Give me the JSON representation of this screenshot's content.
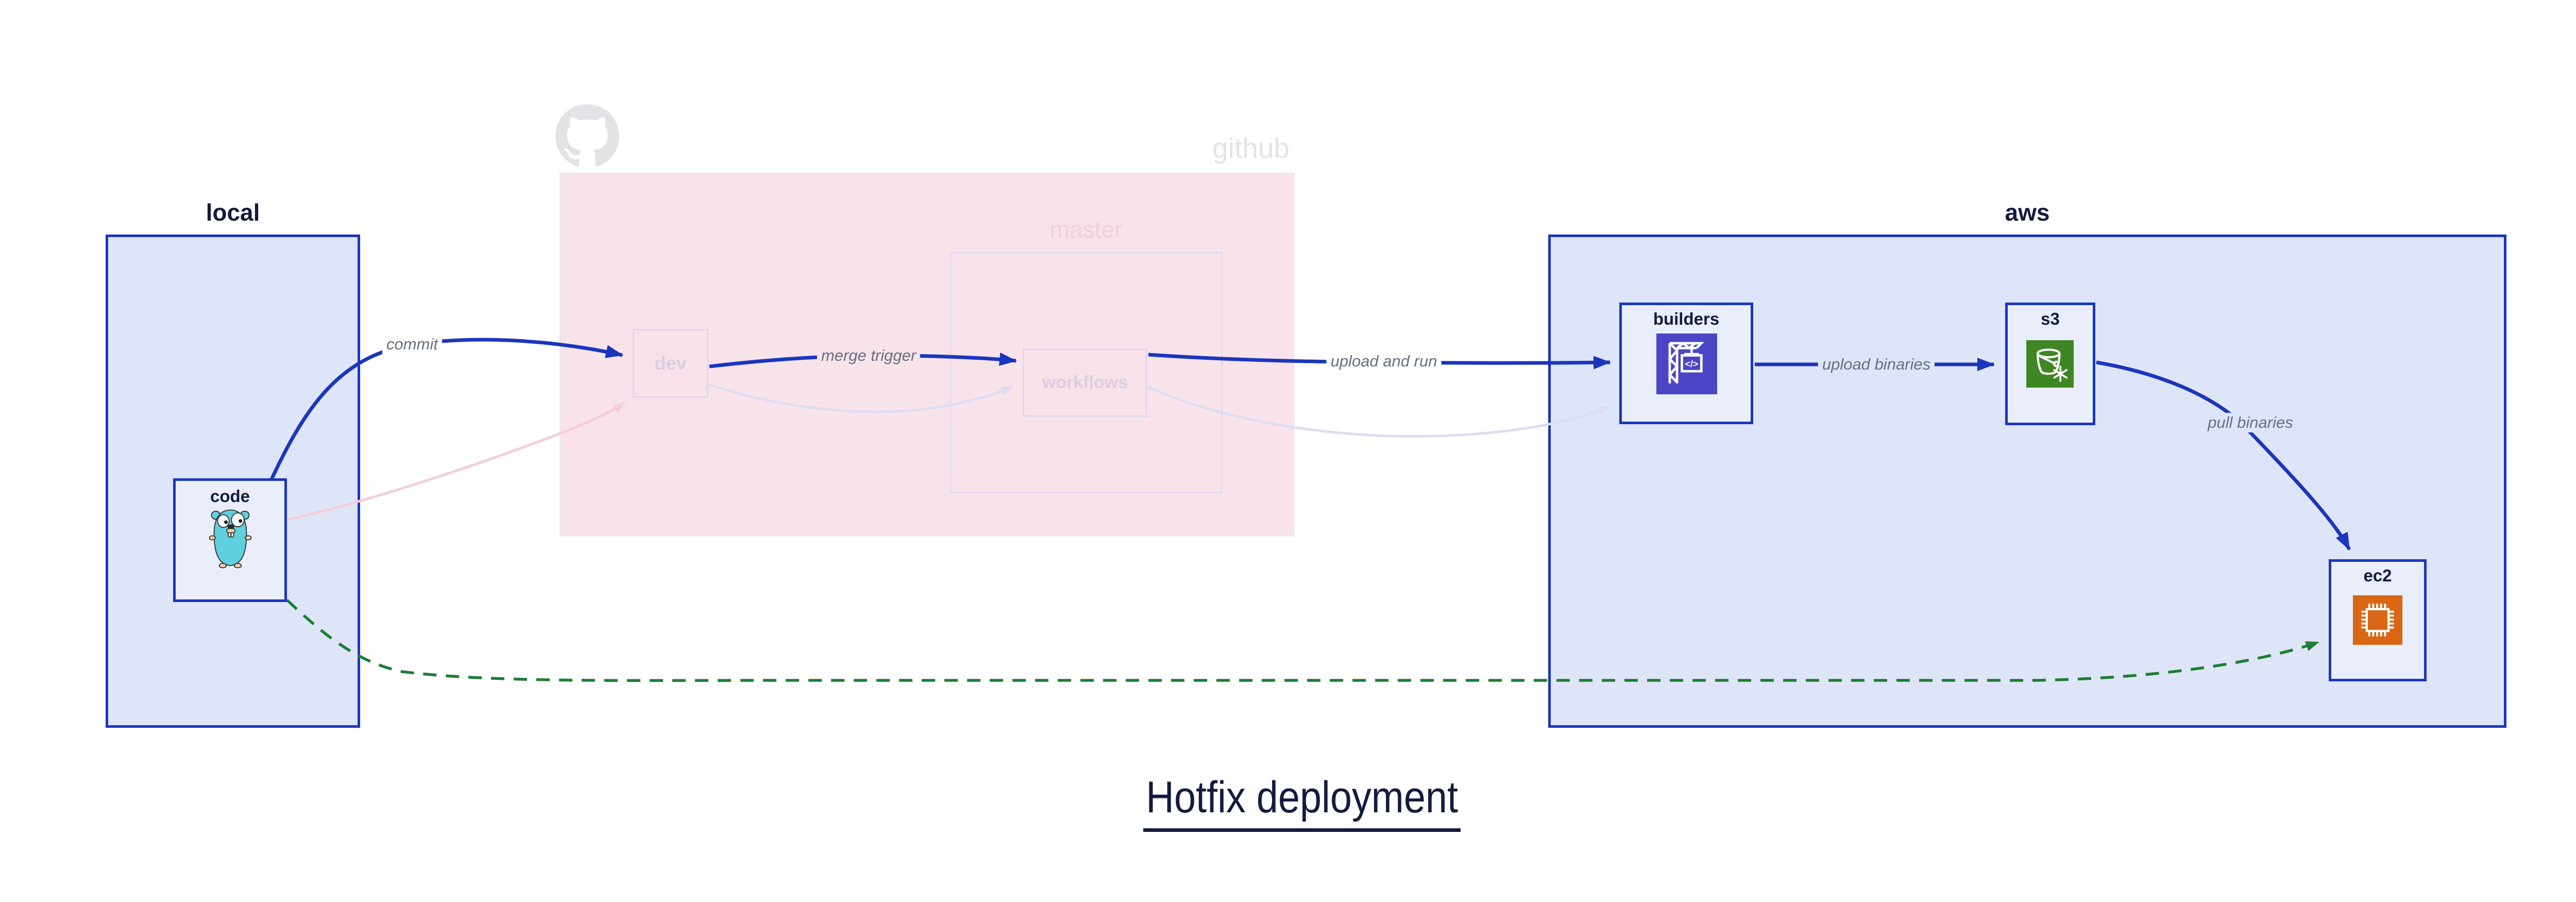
{
  "title": {
    "text": "Hotfix deployment"
  },
  "groups": {
    "local": {
      "label": "local"
    },
    "github": {
      "label": "github"
    },
    "master": {
      "label": "master"
    },
    "aws": {
      "label": "aws"
    }
  },
  "nodes": {
    "code": {
      "label": "code",
      "icon": "gopher-icon",
      "state": "active"
    },
    "dev": {
      "label": "dev",
      "icon": "none",
      "state": "faded"
    },
    "workflows": {
      "label": "workflows",
      "icon": "none",
      "state": "faded"
    },
    "builders": {
      "label": "builders",
      "icon": "codebuild-crane-icon",
      "state": "active"
    },
    "s3": {
      "label": "s3",
      "icon": "s3-glacier-bucket-icon",
      "state": "active"
    },
    "ec2": {
      "label": "ec2",
      "icon": "ec2-chip-icon",
      "state": "active"
    }
  },
  "edges": {
    "commit": {
      "from": "code",
      "to": "dev",
      "label": "commit",
      "style": "solid-blue"
    },
    "merge_trigger": {
      "from": "dev",
      "to": "workflows",
      "label": "merge trigger",
      "style": "solid-blue"
    },
    "upload_and_run": {
      "from": "workflows",
      "to": "builders",
      "label": "upload and run",
      "style": "solid-blue"
    },
    "upload_binaries": {
      "from": "builders",
      "to": "s3",
      "label": "upload binaries",
      "style": "solid-blue"
    },
    "pull_binaries": {
      "from": "s3",
      "to": "ec2",
      "label": "pull binaries",
      "style": "solid-blue"
    },
    "hotfix_path": {
      "from": "code",
      "to": "ec2",
      "label": "",
      "style": "dashed-green"
    },
    "faded_commit": {
      "from": "code",
      "to": "dev",
      "label": "",
      "style": "faded-pink"
    },
    "faded_merge": {
      "from": "dev",
      "to": "workflows",
      "label": "",
      "style": "faded-lavender"
    },
    "faded_upload": {
      "from": "workflows",
      "to": "builders",
      "label": "",
      "style": "faded-lavender"
    }
  },
  "colors": {
    "arrow_blue": "#1a36bf",
    "arrow_green": "#1e7e34",
    "arrow_faded_pink": "#f5cdd9",
    "arrow_faded_lavender": "#dcddf4",
    "cluster_blue_fill": "#dfe5f8",
    "cluster_blue_border": "#1a36bf",
    "cluster_pink_fill": "#f9e3ea",
    "node_blue_fill": "#eaeefb",
    "node_pink_fill": "#f8e2e9",
    "codebuild_purple": "#4b45c6",
    "s3_green": "#3f8624",
    "ec2_orange": "#d86613",
    "gopher_teal": "#5fd0e0",
    "edge_label_gray": "#66707f",
    "dark_navy_text": "#141b3d",
    "faded_gray_text": "#e3e3e6",
    "faded_pink_text": "#ebd2dc",
    "faded_node_text": "#d9cee0"
  }
}
